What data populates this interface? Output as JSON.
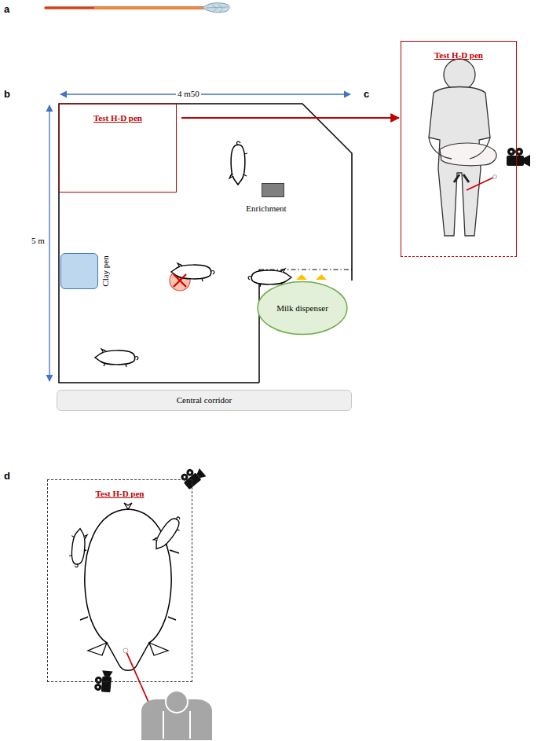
{
  "diagram": {
    "nodes": [
      {
        "text": [
          "Test H-D pen"
        ]
      },
      {
        "text": [
          "Enrichment"
        ]
      },
      {
        "text": [
          "Clay pen"
        ]
      },
      {
        "text": [
          "Milk dispenser"
        ]
      },
      {
        "text": [
          "Central corridor"
        ]
      },
      {
        "text": [
          "Test H-D pen"
        ]
      },
      {
        "text": [
          "Test H-D pen"
        ]
      }
    ],
    "edges": [
      {
        "from": 0,
        "to": 5,
        "arrow": "to"
      }
    ],
    "labels": [
      "a",
      "b",
      "c",
      "d",
      "4 m50",
      "5 m"
    ]
  }
}
